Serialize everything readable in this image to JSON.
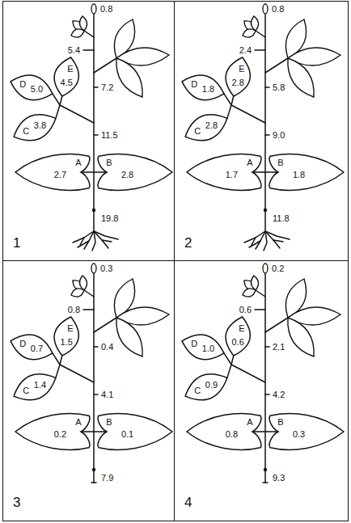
{
  "diagram": {
    "nodes": [
      {
        "text": [
          "1"
        ]
      },
      {
        "text": [
          "E",
          "4.5"
        ],
        "in": 0
      },
      {
        "text": [
          "D",
          "5.0"
        ],
        "in": 0
      },
      {
        "text": [
          "C",
          "3.8"
        ],
        "in": 0
      },
      {
        "text": [
          "A",
          "2.7"
        ],
        "in": 0
      },
      {
        "text": [
          "B",
          "2.8"
        ],
        "in": 0
      },
      {
        "text": [
          "2"
        ]
      },
      {
        "text": [
          "E",
          "2.8"
        ],
        "in": 6
      },
      {
        "text": [
          "D",
          "1.8"
        ],
        "in": 6
      },
      {
        "text": [
          "C",
          "2.8"
        ],
        "in": 6
      },
      {
        "text": [
          "A",
          "1.7"
        ],
        "in": 6
      },
      {
        "text": [
          "B",
          "1.8"
        ],
        "in": 6
      },
      {
        "text": [
          "3"
        ]
      },
      {
        "text": [
          "E",
          "1.5"
        ],
        "in": 12
      },
      {
        "text": [
          "D",
          "0.7"
        ],
        "in": 12
      },
      {
        "text": [
          "C",
          "1.4"
        ],
        "in": 12
      },
      {
        "text": [
          "A",
          "0.2"
        ],
        "in": 12
      },
      {
        "text": [
          "B",
          "0.1"
        ],
        "in": 12
      },
      {
        "text": [
          "4"
        ]
      },
      {
        "text": [
          "E",
          "0.6"
        ],
        "in": 18
      },
      {
        "text": [
          "D",
          "1.0"
        ],
        "in": 18
      },
      {
        "text": [
          "C",
          "0.9"
        ],
        "in": 18
      },
      {
        "text": [
          "A",
          "0.8"
        ],
        "in": 18
      },
      {
        "text": [
          "B",
          "0.3"
        ],
        "in": 18
      }
    ],
    "labels": [
      "0.8",
      "5.4",
      "7.2",
      "11.5",
      "19.8",
      "0.8",
      "2.4",
      "5.8",
      "9.0",
      "11.8",
      "0.3",
      "0.8",
      "0.4",
      "4.1",
      "7.9",
      "0.2",
      "0.6",
      "2.1",
      "4.2",
      "9.3"
    ]
  }
}
